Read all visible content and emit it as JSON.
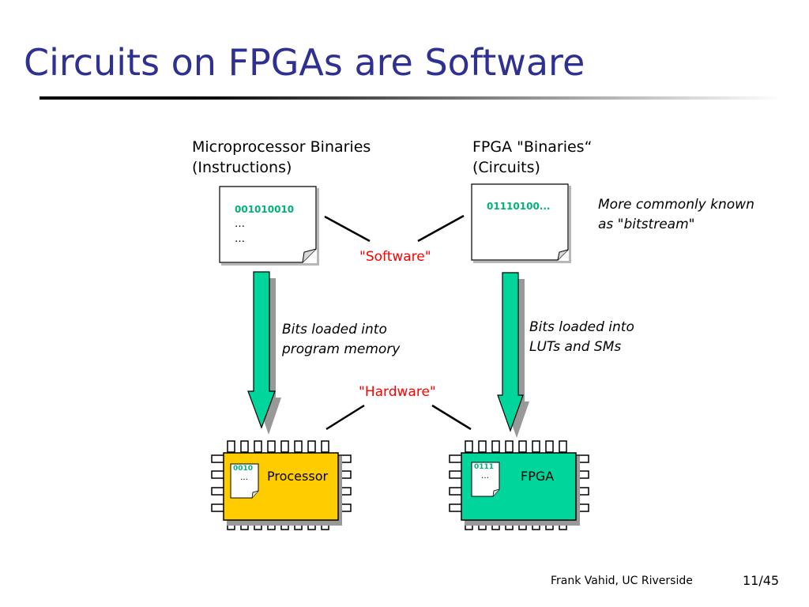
{
  "slide": {
    "title": "Circuits on FPGAs are Software",
    "footer_author": "Frank Vahid, UC Riverside",
    "footer_page": "11/45"
  },
  "left": {
    "heading_line1": "Microprocessor Binaries",
    "heading_line2": "(Instructions)",
    "doc_code": "001010010",
    "doc_ellipsis1": "…",
    "doc_ellipsis2": "…",
    "arrow_note_line1": "Bits loaded into",
    "arrow_note_line2": "program memory",
    "chip_label": "Processor",
    "chip_doc_code": "0010",
    "chip_doc_ellipsis": "…",
    "chip_color": "#ffcc00"
  },
  "right": {
    "heading_line1": "FPGA \"Binaries“",
    "heading_line2": "(Circuits)",
    "doc_code": "01110100...",
    "side_note_line1": "More commonly known",
    "side_note_line2": "as \"bitstream\"",
    "arrow_note_line1": "Bits loaded into",
    "arrow_note_line2": "LUTs and SMs",
    "chip_label": "FPGA",
    "chip_doc_code": "0111",
    "chip_doc_ellipsis": "…",
    "chip_color": "#00d69b"
  },
  "center": {
    "software_label": "\"Software\"",
    "hardware_label": "\"Hardware\""
  },
  "colors": {
    "title": "#2e3192",
    "arrow": "#00d69b",
    "code_text": "#00b27a",
    "emphasis_red": "#ff0000"
  }
}
